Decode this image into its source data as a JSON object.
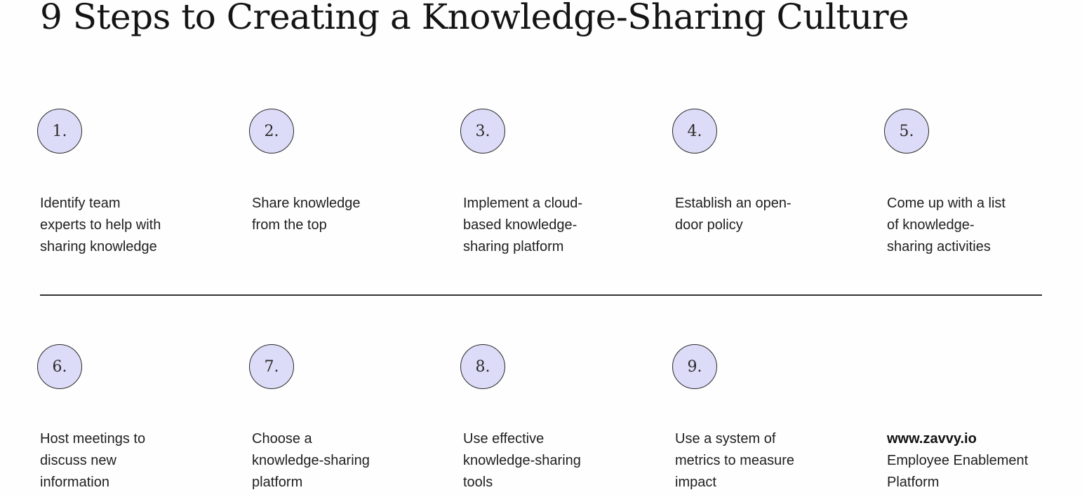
{
  "title": "9 Steps to Creating a Knowledge-Sharing Culture",
  "steps": [
    {
      "number": "1.",
      "text": "Identify team\nexperts to help with\nsharing knowledge"
    },
    {
      "number": "2.",
      "text": "Share knowledge\nfrom the top"
    },
    {
      "number": "3.",
      "text": "Implement a cloud-\nbased knowledge-\nsharing platform"
    },
    {
      "number": "4.",
      "text": "Establish an open-\ndoor policy"
    },
    {
      "number": "5.",
      "text": "Come up with a list\nof knowledge-\nsharing activities"
    },
    {
      "number": "6.",
      "text": "Host meetings to\ndiscuss new\ninformation"
    },
    {
      "number": "7.",
      "text": "Choose a\nknowledge-sharing\nplatform"
    },
    {
      "number": "8.",
      "text": "Use effective\nknowledge-sharing\ntools"
    },
    {
      "number": "9.",
      "text": "Use a system of\nmetrics to measure\nimpact"
    }
  ],
  "brand": {
    "url": "www.zavvy.io",
    "tagline": "Employee Enablement\nPlatform"
  },
  "colors": {
    "circle_fill": "#dddcf8",
    "circle_border": "#2a2a2a",
    "text": "#1f1f1f",
    "divider": "#333333",
    "background": "#fefefe"
  }
}
